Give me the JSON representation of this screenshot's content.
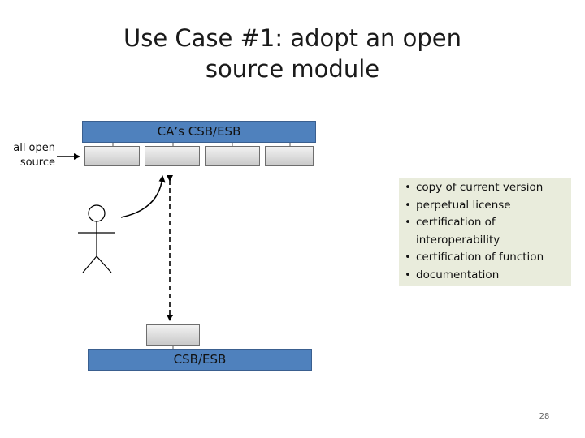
{
  "slide": {
    "title_line1": "Use Case #1:  adopt an open",
    "title_line2": "source module",
    "page_number": "28"
  },
  "diagram": {
    "ca_bus_label": "CA’s CSB/ESB",
    "local_bus_label": "CSB/ESB",
    "side_label": "all open source",
    "info_items": [
      "copy of current version",
      "perpetual license",
      "certification of interoperability",
      "certification of function",
      "documentation"
    ]
  },
  "colors": {
    "bus": "#4f81bd",
    "info_box": "#e9ecdc"
  }
}
